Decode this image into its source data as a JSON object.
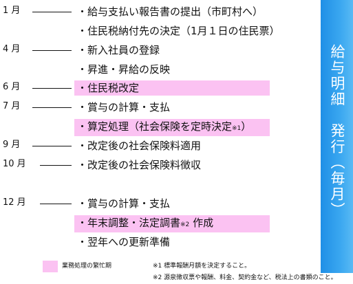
{
  "timeline": [
    {
      "month": "1 月",
      "items": [
        {
          "text": "・給与支払い報告書の提出（市町村へ）",
          "highlight": false
        },
        {
          "text": "・住民税納付先の決定（1月１日の住民票）",
          "highlight": false
        }
      ]
    },
    {
      "month": "4 月",
      "items": [
        {
          "text": "・新入社員の登録",
          "highlight": false
        },
        {
          "text": "・昇進・昇給の反映",
          "highlight": false
        }
      ]
    },
    {
      "month": "6 月",
      "items": [
        {
          "text": "・住民税改定",
          "highlight": true
        }
      ]
    },
    {
      "month": "7 月",
      "items": [
        {
          "text": "・賞与の計算・支払",
          "highlight": false
        },
        {
          "text": "・算定処理（社会保険を定時決定",
          "note": "※1",
          "text_after": "）",
          "highlight": true
        }
      ]
    },
    {
      "month": "9 月",
      "items": [
        {
          "text": "・改定後の社会保険料適用",
          "highlight": false
        }
      ]
    },
    {
      "month": "10 月",
      "items": [
        {
          "text": "・改定後の社会保険料徴収",
          "highlight": false
        }
      ]
    },
    {
      "month": "12 月",
      "items": [
        {
          "text": "・賞与の計算・支払",
          "highlight": false
        },
        {
          "text": "・年末調整・法定調書",
          "note": "※2",
          "text_after": " 作成",
          "highlight": true
        },
        {
          "text": "・翌年への更新準備",
          "highlight": false
        }
      ]
    }
  ],
  "sidebar": {
    "title": "給与明細　発行（毎月）"
  },
  "legend": {
    "label": "業務処理の繁忙期",
    "color": "#fbc2f2"
  },
  "notes": [
    "※1 標準報酬月額を決定すること。",
    "※2 源泉徴収票や報酬、料金、契約金など、税法上の書類のこと。"
  ],
  "colors": {
    "highlight": "#fbc2f2",
    "sidebar": "#2e9cec"
  }
}
